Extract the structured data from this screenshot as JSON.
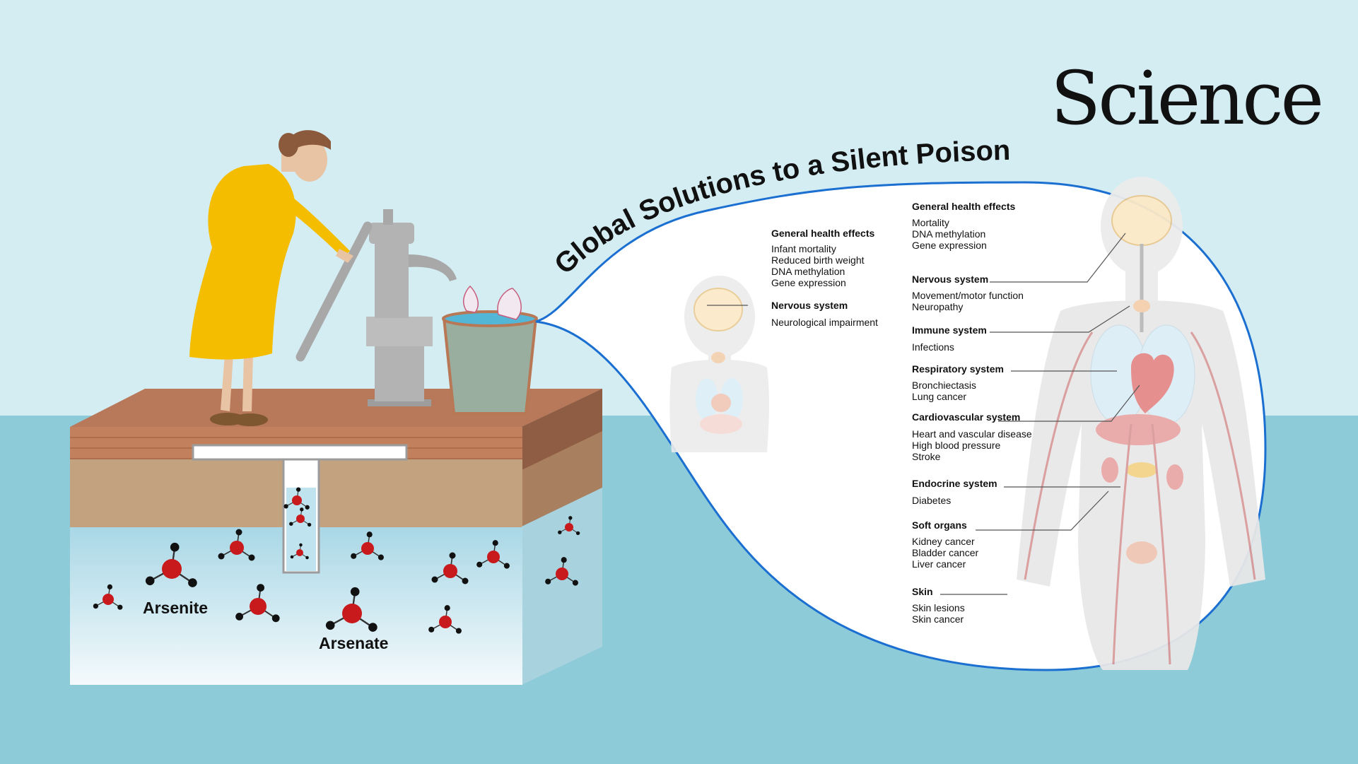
{
  "brand": {
    "logo_text": "Science"
  },
  "title": "Global Solutions to a Silent Poison",
  "molecules": {
    "arsenite_label": "Arsenite",
    "arsenate_label": "Arsenate"
  },
  "child_panel": {
    "groups": [
      {
        "heading": "General health effects",
        "items": [
          "Infant mortality",
          "Reduced birth weight",
          "DNA methylation",
          "Gene expression"
        ]
      },
      {
        "heading": "Nervous system",
        "items": [
          "Neurological impairment"
        ]
      }
    ]
  },
  "adult_panel": {
    "groups": [
      {
        "heading": "General health effects",
        "items": [
          "Mortality",
          "DNA methylation",
          "Gene expression"
        ]
      },
      {
        "heading": "Nervous system",
        "items": [
          "Movement/motor function",
          "Neuropathy"
        ]
      },
      {
        "heading": "Immune system",
        "items": [
          "Infections"
        ]
      },
      {
        "heading": "Respiratory system",
        "items": [
          "Bronchiectasis",
          "Lung cancer"
        ]
      },
      {
        "heading": "Cardiovascular system",
        "items": [
          "Heart and vascular disease",
          "High blood pressure",
          "Stroke"
        ]
      },
      {
        "heading": "Endocrine system",
        "items": [
          "Diabetes"
        ]
      },
      {
        "heading": "Soft organs",
        "items": [
          "Kidney cancer",
          "Bladder cancer",
          "Liver cancer"
        ]
      },
      {
        "heading": "Skin",
        "items": [
          "Skin lesions",
          "Skin cancer"
        ]
      }
    ]
  },
  "colors": {
    "sky": "#d4edf3",
    "water": "#8ecbd9",
    "brick_top": "#b8785a",
    "soil": "#c3a27f",
    "groundwater_light": "#f2f9fc",
    "dress": "#f5bd00",
    "pump": "#b3b3b3",
    "bubble_outline": "#1b6fd1",
    "arsenic_red": "#c8191c"
  }
}
